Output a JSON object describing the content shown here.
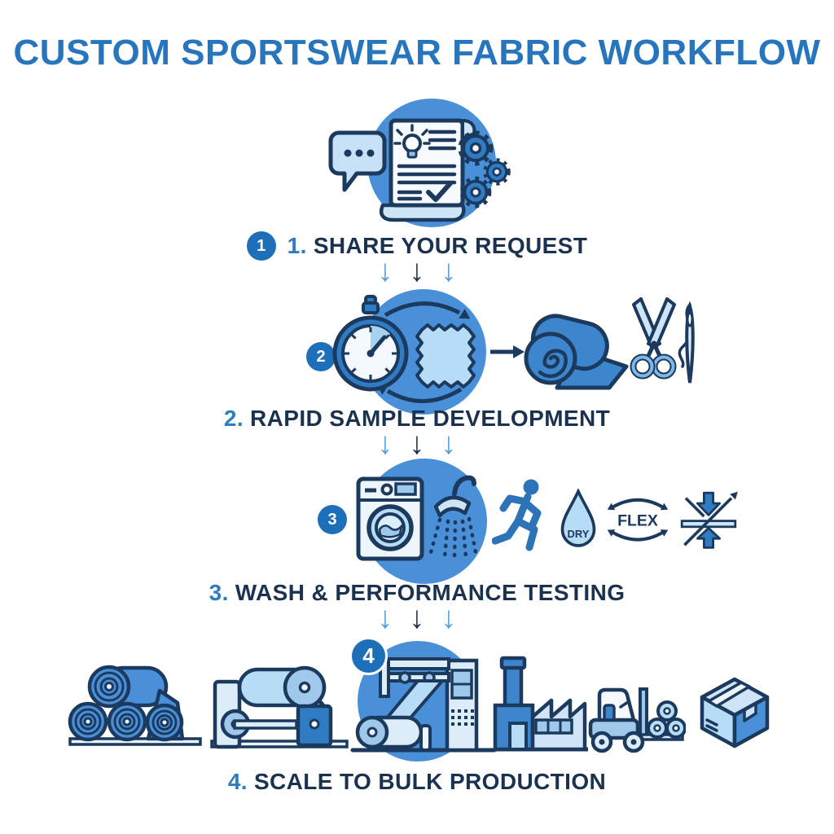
{
  "title": "CUSTOM SPORTSWEAR FABRIC WORKFLOW",
  "arrow_char": "↓",
  "colors": {
    "accent_blue": "#2776bd",
    "navy_text": "#1b3150",
    "outline_navy": "#1b3a5e",
    "circle_blue": "#4a90d9",
    "mid_blue": "#3d85cc",
    "light_blue": "#b7dcf6",
    "pale_blue": "#eef6fc",
    "badge_blue": "#1e6fba",
    "arrow_light": "#5b9fd8"
  },
  "steps": [
    {
      "badge": "1",
      "number": "1.",
      "label": "SHARE YOUR REQUEST",
      "icons": [
        "chat-bubble",
        "request-document",
        "lightbulb",
        "gears"
      ]
    },
    {
      "badge": "2",
      "number": "2.",
      "label": "RAPID SAMPLE DEVELOPMENT",
      "icons": [
        "stopwatch",
        "fabric-swatch",
        "cycle-arrows",
        "flow-arrow",
        "fabric-roll",
        "scissors",
        "needle-thread"
      ]
    },
    {
      "badge": "3",
      "number": "3.",
      "label": "WASH & PERFORMANCE TESTING",
      "icons": [
        "washing-machine",
        "shower-head",
        "runner",
        "moisture-drop",
        "flex-arrows",
        "compression-test"
      ],
      "drop_label": "DRY",
      "flex_label": "FLEX"
    },
    {
      "badge": "4",
      "number": "4.",
      "label": "SCALE TO BULK PRODUCTION",
      "icons": [
        "fabric-roll-stack",
        "rolling-machine",
        "production-machine",
        "factory",
        "forklift",
        "shipping-box"
      ]
    }
  ]
}
